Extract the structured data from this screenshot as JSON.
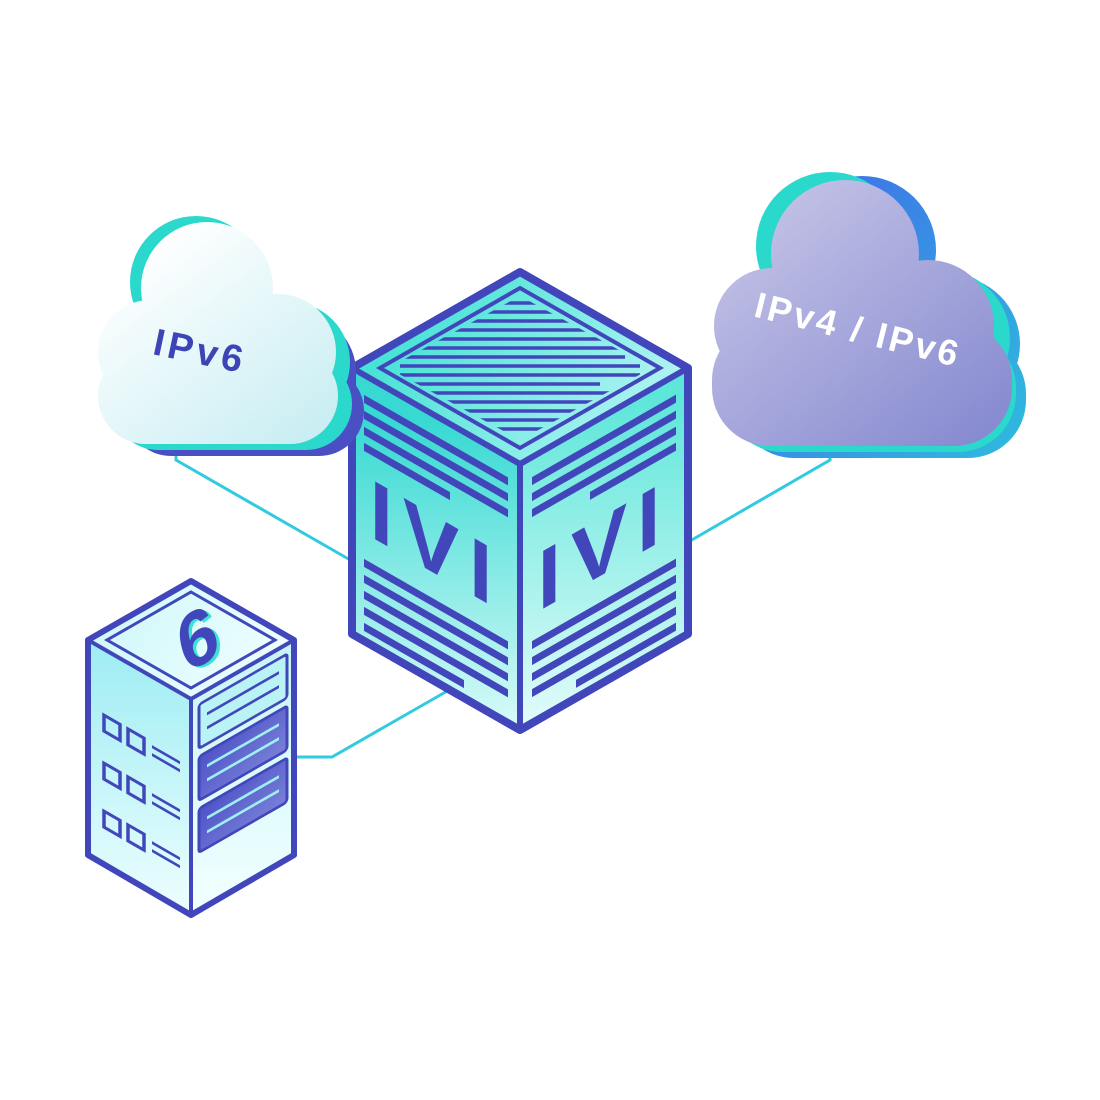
{
  "palette": {
    "background": "#ffffff",
    "indigo": "#4147ba",
    "teal": "#2bd8cc",
    "connector": "#30cbe0",
    "cloud_left_fill_start": "#ffffff",
    "cloud_left_fill_end": "#c6edf2",
    "cloud_right_fill_start": "#bdbce2",
    "cloud_right_fill_end": "#8488cf",
    "accent_blue": "#3f6ee8"
  },
  "left_cloud": {
    "label": "IPv6"
  },
  "right_cloud": {
    "label": "IPv4 / IPv6"
  },
  "translator_box": {
    "left_face_label": "IVI",
    "right_face_label": "IVI"
  },
  "server": {
    "label": "6"
  },
  "connections": [
    {
      "from": "ipv6-cloud",
      "to": "ivi-translator-box"
    },
    {
      "from": "ipv4-ipv6-cloud",
      "to": "ivi-translator-box"
    },
    {
      "from": "ipv6-server",
      "to": "ivi-translator-box"
    }
  ]
}
